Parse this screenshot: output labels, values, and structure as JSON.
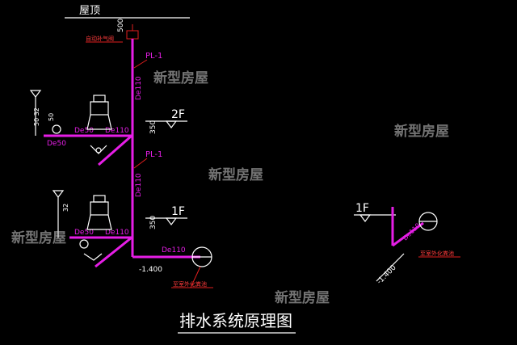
{
  "diagram": {
    "title": "排水系统原理图",
    "roof_label": "屋顶",
    "vent_dim": "500",
    "auto_valve_label": "自动补气阀",
    "pl_label_top": "PL-1",
    "pl_label_mid": "PL-1",
    "de110_riser_a": "De110",
    "de110_riser_b": "De110",
    "floor_2f": "2F",
    "floor_1f_a": "1F",
    "floor_1f_b": "1F",
    "dim_350_a": "350",
    "dim_350_b": "350",
    "de50_a": "De50",
    "de50_b": "De50",
    "de50_c": "De50",
    "de110_a": "De110",
    "de110_b": "De110",
    "de50_side": "De50",
    "dim_50_32": "50 32",
    "dim_50": "50",
    "dim_32": "32",
    "elev_a": "-1.400",
    "elev_b": "-1.400",
    "outdoor_label_a": "至室外化粪池",
    "outdoor_label_b": "至室外化粪池",
    "de110_out": "De110",
    "de110_right": "De110",
    "watermark": "新型房屋",
    "colors": {
      "pipe": "#e61ee6",
      "line": "#ffffff",
      "annotation": "#e01e1e",
      "background": "#000000"
    }
  }
}
